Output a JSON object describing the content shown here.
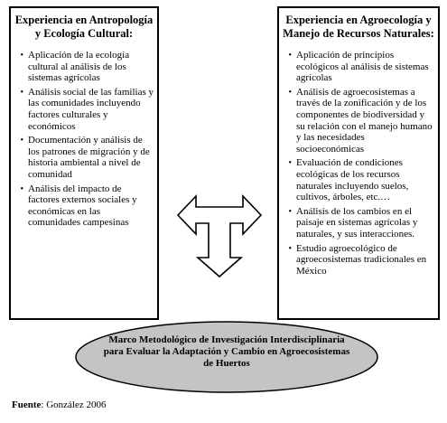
{
  "left_box": {
    "title": "Experiencia en Antropología y Ecología Cultural:",
    "items": [
      "Aplicación de la ecología cultural al análisis de los sistemas agrícolas",
      "Análisis social de las familias y las comunidades incluyendo factores culturales y económicos",
      "Documentación y análisis de los patrones de migración y de historia ambiental a nivel de comunidad",
      "Análisis del impacto de  factores externos sociales y económicas en las comunidades campesinas"
    ]
  },
  "right_box": {
    "title": "Experiencia en Agroecología y Manejo de Recursos Naturales:",
    "items": [
      "Aplicación de principios ecológicos al análisis de sistemas agrícolas",
      "Análisis de agroecosistemas a través de la zonificación y de los componentes de biodiversidad y su relación con el manejo humano y las necesidades socioeconómicas",
      "Evaluación de condiciones ecológicas de los recursos naturales incluyendo suelos, cultivos, árboles, etc.…",
      "Análisis de los cambios en el paisaje en sistemas agrícolas y naturales, y sus interacciones.",
      "Estudio agroecológico de agroecosistemas tradicionales en México"
    ]
  },
  "ellipse": {
    "text": "Marco Metodológico de Investigación Interdisciplinaria para Evaluar la Adaptación y Cambio en Agroecosistemas de Huertos",
    "fill": "#c4c4c4"
  },
  "source": {
    "label": "Fuente",
    "text": ": González 2006"
  },
  "arrow_icon": "three-way-arrow"
}
